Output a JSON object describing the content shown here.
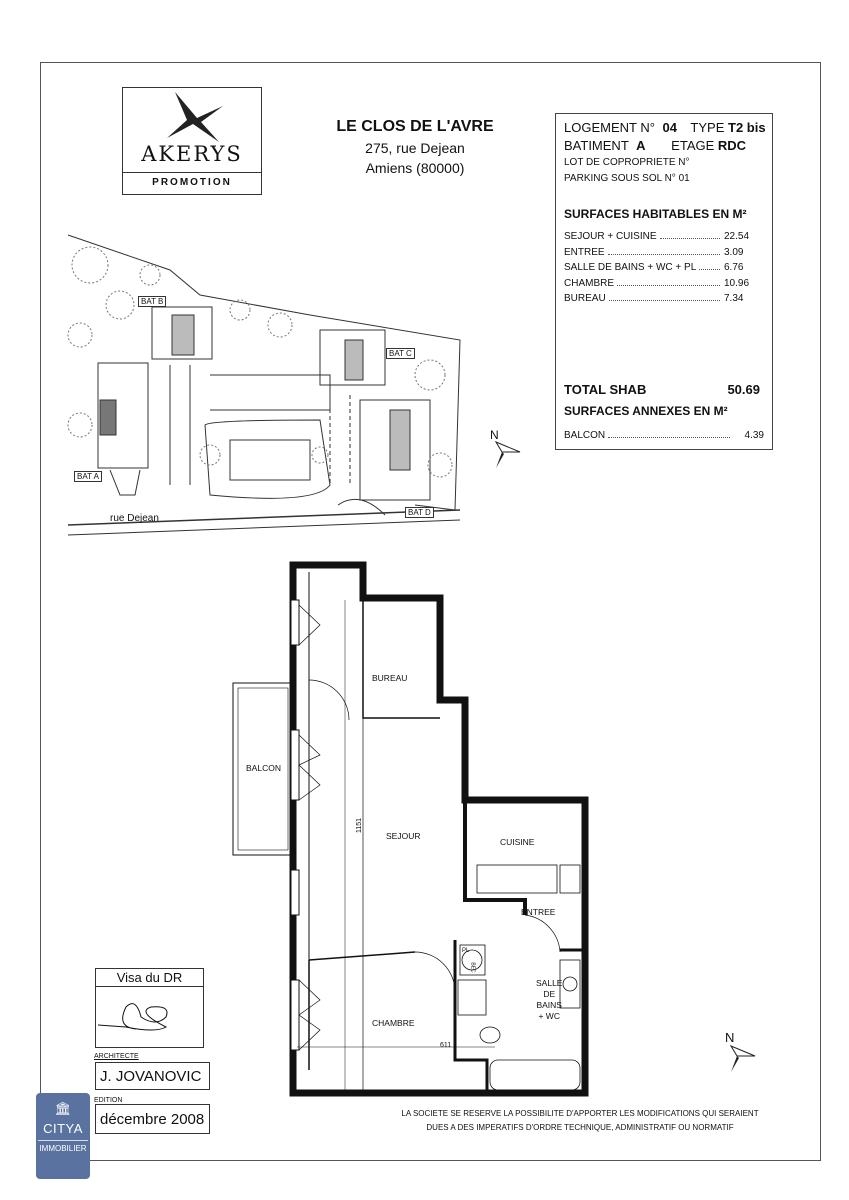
{
  "logo": {
    "brand": "AKERYS",
    "tagline": "PROMOTION"
  },
  "project": {
    "name": "LE CLOS DE L'AVRE",
    "address": "275, rue Dejean",
    "city": "Amiens (80000)"
  },
  "unit": {
    "logement_label": "LOGEMENT N°",
    "logement_value": "04",
    "type_label": "TYPE",
    "type_value": "T2 bis",
    "batiment_label": "BATIMENT",
    "batiment_value": "A",
    "etage_label": "ETAGE",
    "etage_value": "RDC",
    "lot": "LOT DE COPROPRIETE N°",
    "parking": "PARKING SOUS SOL  N° 01"
  },
  "surfaces": {
    "heading": "SURFACES HABITABLES EN M²",
    "rows": [
      {
        "label": "SEJOUR + CUISINE",
        "value": "22.54"
      },
      {
        "label": "ENTREE",
        "value": "3.09"
      },
      {
        "label": "SALLE DE BAINS  + WC + PL",
        "value": "6.76"
      },
      {
        "label": "CHAMBRE",
        "value": "10.96"
      },
      {
        "label": "BUREAU",
        "value": "7.34"
      }
    ],
    "total_label": "TOTAL SHAB",
    "total_value": "50.69",
    "annex_heading": "SURFACES ANNEXES EN M²",
    "annex_rows": [
      {
        "label": "BALCON",
        "value": "4.39"
      }
    ]
  },
  "site_plan": {
    "buildings": [
      "BAT A",
      "BAT B",
      "BAT C",
      "BAT D"
    ],
    "street": "rue Dejean",
    "north": "N"
  },
  "floor_plan": {
    "rooms": {
      "bureau": "BUREAU",
      "balcon": "BALCON",
      "sejour": "SEJOUR",
      "cuisine": "CUISINE",
      "entree": "ENTREE",
      "chambre": "CHAMBRE",
      "sdb": [
        "SALLE",
        "DE",
        "BAINS",
        "+ WC"
      ],
      "pl": "PL",
      "ballon": "BEC"
    },
    "dims": {
      "height": "1151",
      "width": "611"
    },
    "north": "N"
  },
  "footer": {
    "visa": "Visa du DR",
    "architect_label": "ARCHITECTE",
    "architect": "J. JOVANOVIC",
    "edition_label": "EDITION",
    "edition": "décembre 2008",
    "disclaimer1": "LA SOCIETE SE RESERVE LA POSSIBILITE D'APPORTER LES MODIFICATIONS QUI SERAIENT",
    "disclaimer2": "DUES A DES IMPERATIFS D'ORDRE TECHNIQUE, ADMINISTRATIF OU NORMATIF"
  },
  "watermark": {
    "brand": "CITYA",
    "sub": "IMMOBILIER",
    "color": "#5a72a0"
  }
}
